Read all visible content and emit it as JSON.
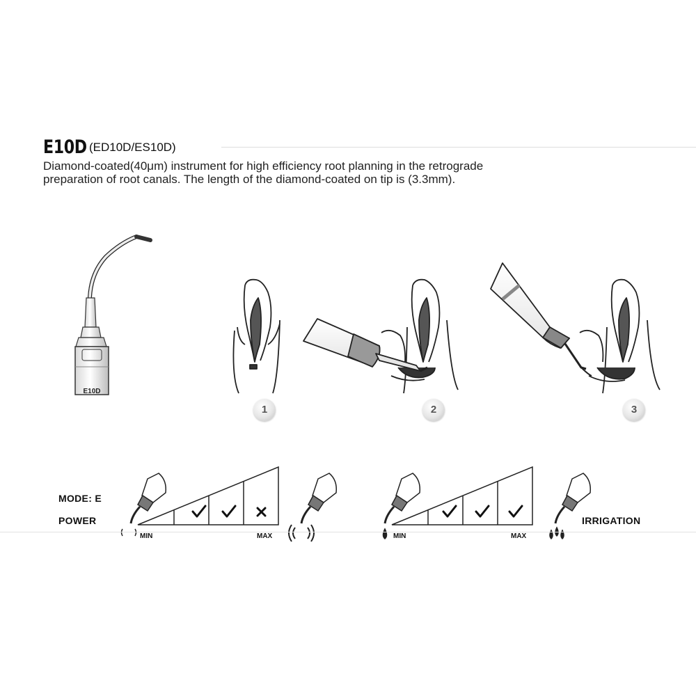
{
  "header": {
    "title": "E10D",
    "title_alt": "(ED10D/ES10D)",
    "description_line1": "Diamond-coated(40μm) instrument for high efficiency root planning in the retrograde",
    "description_line2": "preparation of root canals. The length of the diamond-coated on tip is (3.3mm)."
  },
  "tip": {
    "label": "E10D"
  },
  "steps": [
    {
      "number": "1"
    },
    {
      "number": "2"
    },
    {
      "number": "3"
    }
  ],
  "settings": {
    "mode_label": "MODE: E",
    "power_label": "POWER",
    "irrigation_label": "IRRIGATION",
    "power_scale": {
      "min_label": "MIN",
      "max_label": "MAX",
      "levels": [
        "check",
        "check",
        "cross"
      ]
    },
    "irrigation_scale": {
      "min_label": "MIN",
      "max_label": "MAX",
      "levels": [
        "check",
        "check",
        "check"
      ]
    }
  }
}
